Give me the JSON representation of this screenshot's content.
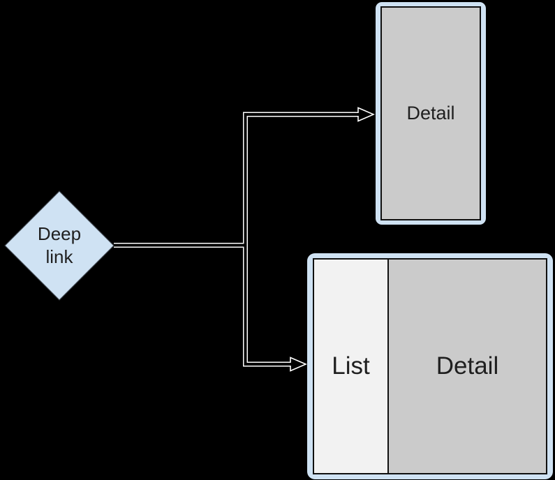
{
  "canvas": {
    "background_color": "#000000"
  },
  "diagram": {
    "deep_link_node": {
      "label": "Deep\nlink",
      "shape": "diamond",
      "fill_color": "#cfe2f3",
      "border_color": "#3b4149"
    },
    "phone_mock": {
      "label": "Detail",
      "frame_color": "#cfe2f3",
      "screen_color": "#cbcbcb"
    },
    "tablet_mock": {
      "list_label": "List",
      "detail_label": "Detail",
      "frame_color": "#cfe2f3",
      "list_pane_color": "#f2f2f2",
      "detail_pane_color": "#cbcbcb"
    },
    "connectors": {
      "style": "hollow-outline-arrow",
      "line_color": "#ffffff",
      "core_color": "#000000",
      "from": "Deep link",
      "targets": [
        "Detail (phone)",
        "List + Detail (tablet)"
      ]
    }
  }
}
